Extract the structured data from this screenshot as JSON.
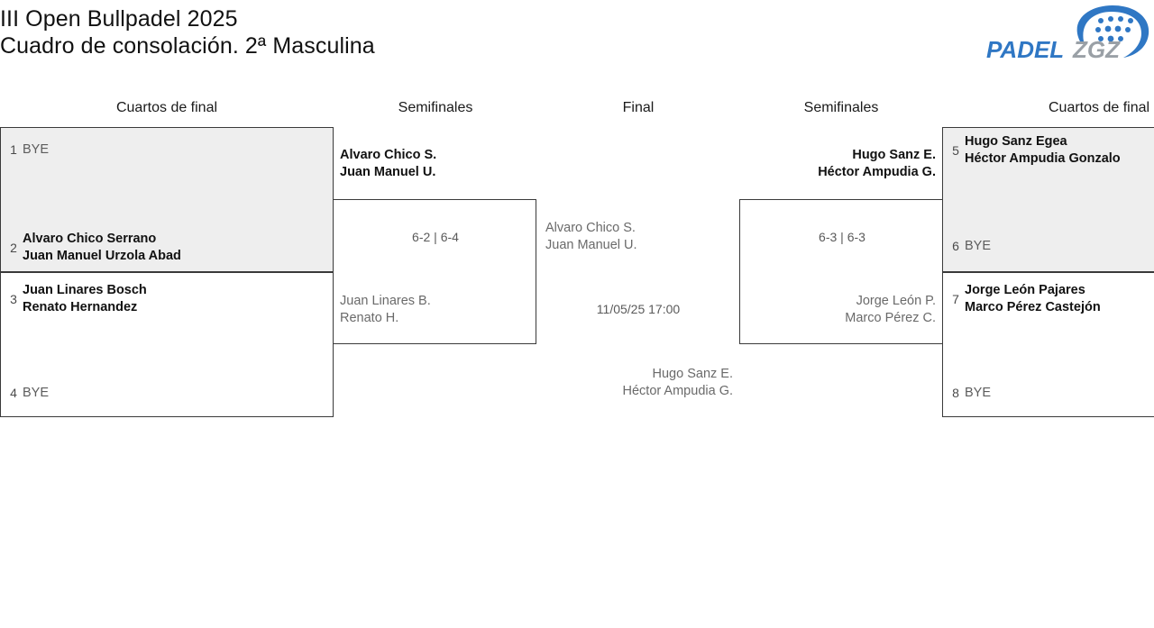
{
  "header": {
    "title_line1": "III Open Bullpadel 2025",
    "title_line2": "Cuadro de consolación. 2ª Masculina",
    "logo": {
      "word1": "PADEL",
      "word2": "ZGZ",
      "color_primary": "#2f77c4",
      "color_secondary": "#9aa0a6",
      "icon": "padel-racket-icon"
    }
  },
  "round_headers": {
    "left_quarters": "Cuartos de final",
    "left_semis": "Semifinales",
    "final": "Final",
    "right_semis": "Semifinales",
    "right_quarters": "Cuartos de final"
  },
  "colors": {
    "shaded_box": "#eeeeee",
    "border": "#3a3a3a",
    "winner_text": "#111111",
    "loser_text": "#6a6a6a",
    "seed_text": "#4a4a4a"
  },
  "bracket": {
    "left_quarterfinals": [
      {
        "highlight": true,
        "slots": [
          {
            "seed": "1",
            "bye": true,
            "label": "BYE",
            "players": []
          },
          {
            "seed": "2",
            "bye": false,
            "label": "",
            "players": [
              "Alvaro Chico Serrano",
              "Juan Manuel Urzola Abad"
            ],
            "state": "winner"
          }
        ]
      },
      {
        "highlight": false,
        "slots": [
          {
            "seed": "3",
            "bye": false,
            "label": "",
            "players": [
              "Juan Linares Bosch",
              "Renato Hernandez"
            ],
            "state": "winner"
          },
          {
            "seed": "4",
            "bye": true,
            "label": "BYE",
            "players": []
          }
        ]
      }
    ],
    "right_quarterfinals": [
      {
        "highlight": true,
        "slots": [
          {
            "seed": "5",
            "bye": false,
            "label": "",
            "players": [
              "Hugo Sanz Egea",
              "Héctor Ampudia Gonzalo"
            ],
            "state": "winner"
          },
          {
            "seed": "6",
            "bye": true,
            "label": "BYE",
            "players": []
          }
        ]
      },
      {
        "highlight": false,
        "slots": [
          {
            "seed": "7",
            "bye": false,
            "label": "",
            "players": [
              "Jorge León Pajares",
              "Marco Pérez Castejón"
            ],
            "state": "winner"
          },
          {
            "seed": "8",
            "bye": true,
            "label": "BYE",
            "players": []
          }
        ]
      }
    ],
    "left_semifinal": {
      "top": {
        "players": [
          "Alvaro Chico S.",
          "Juan Manuel U."
        ],
        "state": "winner"
      },
      "bottom": {
        "players": [
          "Juan Linares B.",
          "Renato H."
        ],
        "state": "loser"
      },
      "score": "6-2 | 6-4"
    },
    "right_semifinal": {
      "top": {
        "players": [
          "Hugo Sanz E.",
          "Héctor Ampudia G."
        ],
        "state": "winner"
      },
      "bottom": {
        "players": [
          "Jorge León P.",
          "Marco Pérez C."
        ],
        "state": "loser"
      },
      "score": "6-3 | 6-3"
    },
    "final": {
      "top": {
        "players": [
          "Alvaro Chico S.",
          "Juan Manuel U."
        ],
        "state": "pending"
      },
      "bottom": {
        "players": [
          "Hugo Sanz E.",
          "Héctor Ampudia G."
        ],
        "state": "pending"
      },
      "schedule": "11/05/25 17:00"
    }
  }
}
